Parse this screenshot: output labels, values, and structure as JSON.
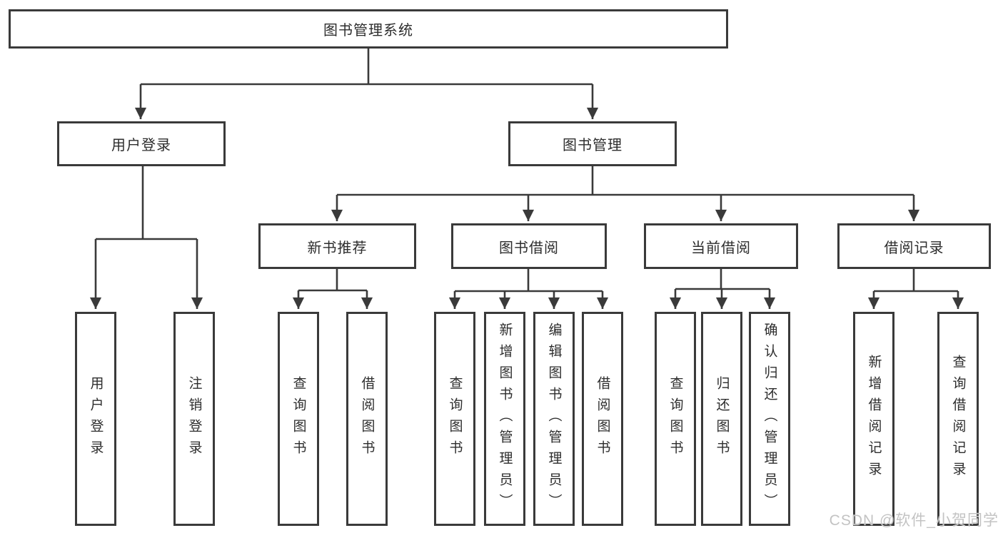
{
  "diagram": {
    "root": {
      "label": "图书管理系统"
    },
    "branches": [
      {
        "label": "用户登录",
        "children": [
          {
            "label": "用户登录"
          },
          {
            "label": "注销登录"
          }
        ]
      },
      {
        "label": "图书管理",
        "groups": [
          {
            "label": "新书推荐",
            "children": [
              {
                "label": "查询图书"
              },
              {
                "label": "借阅图书"
              }
            ]
          },
          {
            "label": "图书借阅",
            "children": [
              {
                "label": "查询图书"
              },
              {
                "label": "新增图书（管理员）"
              },
              {
                "label": "编辑图书（管理员）"
              },
              {
                "label": "借阅图书"
              }
            ]
          },
          {
            "label": "当前借阅",
            "children": [
              {
                "label": "查询图书"
              },
              {
                "label": "归还图书"
              },
              {
                "label": "确认归还（管理员）"
              }
            ]
          },
          {
            "label": "借阅记录",
            "children": [
              {
                "label": "新增借阅记录"
              },
              {
                "label": "查询借阅记录"
              }
            ]
          }
        ]
      }
    ]
  },
  "watermark": {
    "text": "CSDN @软件_小贺同学"
  },
  "colors": {
    "line": "#3a3a3a",
    "box_border": "#3a3a3a",
    "box_fill": "#ffffff",
    "text": "#2d2d2d",
    "watermark": "#c3c3c3"
  }
}
